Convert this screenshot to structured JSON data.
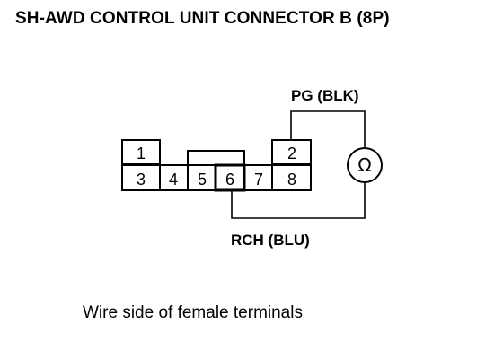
{
  "title": "SH-AWD CONTROL UNIT CONNECTOR B (8P)",
  "caption": "Wire side of female terminals",
  "connector": {
    "top_pins": [
      "1",
      "2"
    ],
    "bottom_pins": [
      "3",
      "4",
      "5",
      "6",
      "7",
      "8"
    ]
  },
  "wires": {
    "top_label": "PG (BLK)",
    "bottom_label": "RCH (BLU)"
  },
  "meter": {
    "symbol": "Ω",
    "icon": "ohmmeter-icon"
  }
}
